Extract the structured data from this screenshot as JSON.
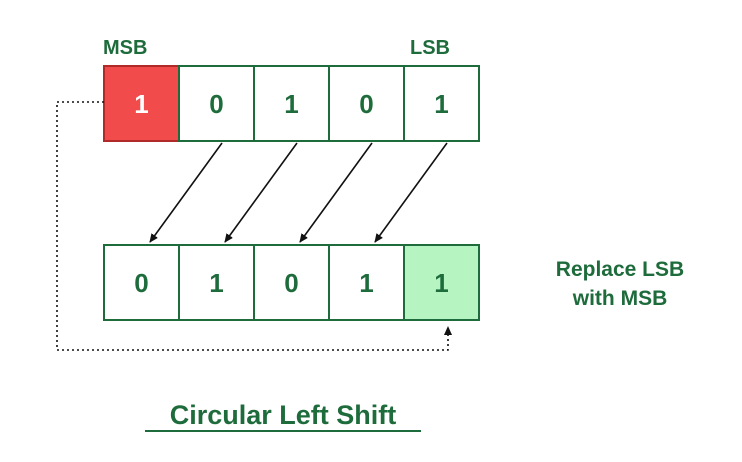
{
  "labels": {
    "msb": "MSB",
    "lsb": "LSB",
    "replace_line1": "Replace LSB",
    "replace_line2": "with MSB",
    "title": "Circular Left Shift"
  },
  "top_row": [
    "1",
    "0",
    "1",
    "0",
    "1"
  ],
  "bottom_row": [
    "0",
    "1",
    "0",
    "1",
    "1"
  ],
  "colors": {
    "border": "#1e6b3c",
    "text": "#1e6b3c",
    "msb_fill": "#f24b4b",
    "msb_border": "#b02a2a",
    "lsb_new_fill": "#b6f5c2",
    "arrow": "#111111"
  }
}
